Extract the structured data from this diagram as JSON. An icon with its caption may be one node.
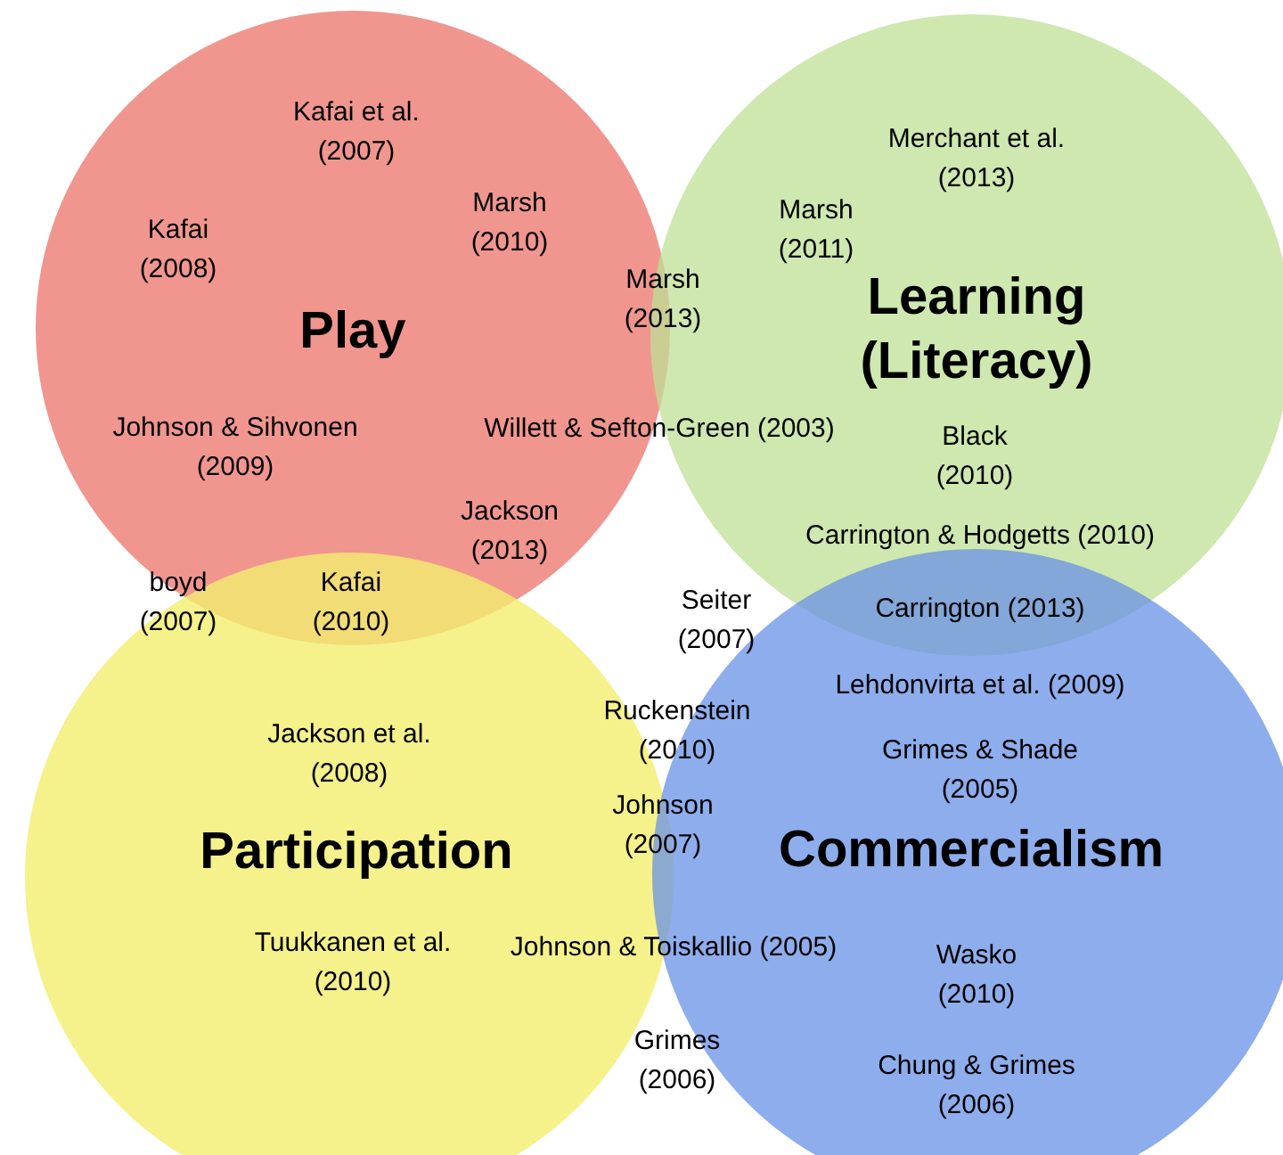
{
  "diagram": {
    "nodes": [
      {
        "text": [
          "Play"
        ]
      },
      {
        "text": [
          "Learning (Literacy)"
        ]
      },
      {
        "text": [
          "Participation"
        ]
      },
      {
        "text": [
          "Commercialism"
        ]
      }
    ],
    "labels": [
      "Kafai et al. (2007)",
      "Merchant et al. (2013)",
      "Marsh (2010)",
      "Kafai (2008)",
      "Marsh (2011)",
      "Marsh (2013)",
      "Johnson & Sihvonen (2009)",
      "Willett & Sefton-Green (2003)",
      "Black (2010)",
      "Jackson (2013)",
      "Carrington & Hodgetts (2010)",
      "boyd (2007)",
      "Kafai (2010)",
      "Seiter (2007)",
      "Carrington (2013)",
      "Lehdonvirta et al. (2009)",
      "Jackson et al. (2008)",
      "Ruckenstein (2010)",
      "Grimes & Shade (2005)",
      "Johnson (2007)",
      "Tuukkanen et al. (2010)",
      "Johnson & Toiskallio (2005)",
      "Wasko (2010)",
      "Grimes (2006)",
      "Chung & Grimes (2006)"
    ]
  }
}
